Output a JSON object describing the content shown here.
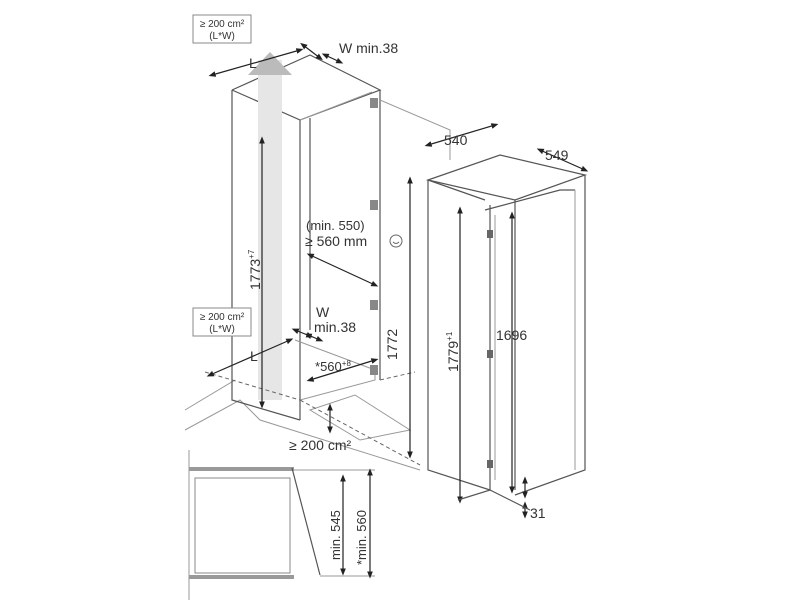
{
  "diagram": {
    "vent_top": {
      "line1": "≥ 200 cm²",
      "line2": "(L*W)"
    },
    "top_L": "L",
    "top_W": "W min.38",
    "width_540": "540",
    "depth_549": "549",
    "door_clearance": {
      "line1": "(min. 550)",
      "line2": "≥ 560 mm",
      "icon": "smiley-icon"
    },
    "niche_height": {
      "value": "1773",
      "tol": "+7"
    },
    "vent_bottom": {
      "line1": "≥ 200 cm²",
      "line2": "(L*W)"
    },
    "bottom_W": {
      "line1": "W",
      "line2": "min.38"
    },
    "bottom_L": "L",
    "niche_width": {
      "prefix": "*",
      "value": "560",
      "tol": "+8"
    },
    "height_1772": "1772",
    "appliance_height": {
      "value": "1779",
      "tol": "+1"
    },
    "door_height": "1696",
    "plinth_vent": "≥ 200 cm²",
    "plinth_31": "31",
    "depth_min_545": "min. 545",
    "depth_min_560": "*min. 560"
  }
}
